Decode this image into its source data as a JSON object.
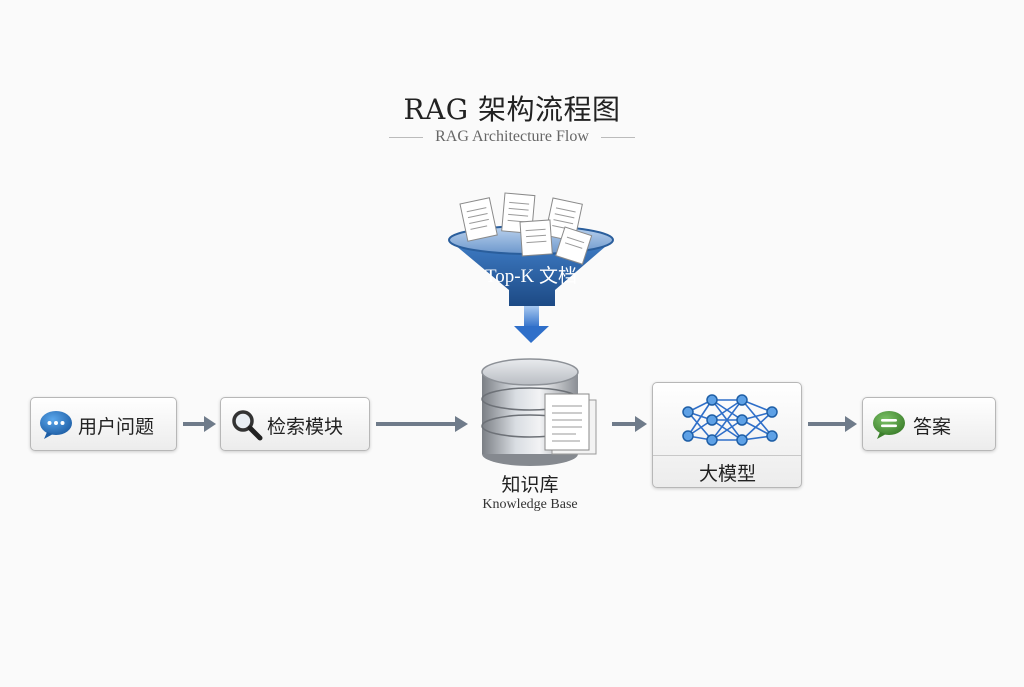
{
  "title": "RAG 架构流程图",
  "subtitle": "RAG Architecture Flow",
  "nodes": {
    "question": {
      "label": "用户问题",
      "icon": "speech-bubble-icon"
    },
    "retrieval": {
      "label": "检索模块",
      "icon": "magnifier-icon"
    },
    "funnel": {
      "label": "Top-K 文档",
      "icon": "funnel-icon"
    },
    "knowledge_base": {
      "label": "知识库",
      "sublabel": "Knowledge Base",
      "icon": "database-icon"
    },
    "llm": {
      "label": "大模型",
      "icon": "neural-network-icon"
    },
    "answer": {
      "label": "答案",
      "icon": "chat-bubble-icon"
    }
  },
  "colors": {
    "arrow": "#6f7b8a",
    "funnel_blue": "#2a5e9c",
    "accent_blue": "#2f6fc9",
    "answer_green": "#4f9b3c"
  }
}
